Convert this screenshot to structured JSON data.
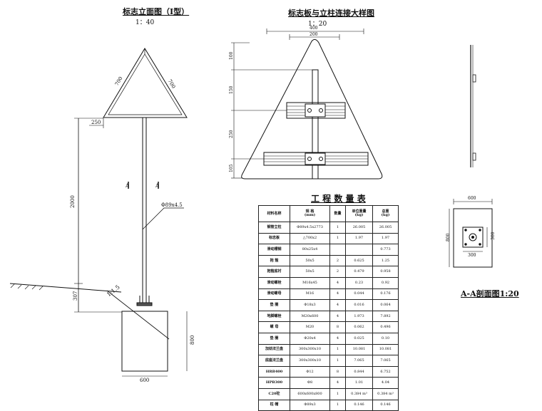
{
  "titles": {
    "elevation": "标志立面图（Ⅰ型）",
    "elevation_scale": "1：40",
    "detail": "标志板与立柱连接大样图",
    "detail_scale": "1：20",
    "table": "工 程 数 量 表",
    "section": "A-A剖面图1:20"
  },
  "elevation": {
    "side_left": "700",
    "side_right": "700",
    "offset": "250",
    "height": "2000",
    "embed": "307",
    "slope": "1:1.5",
    "pipe": "Φ89x4.5",
    "section_mark_left": "A",
    "section_mark_right": "A",
    "foundation_height": "800",
    "foundation_width": "600"
  },
  "detail": {
    "width_outer": "400",
    "width_inner": "200",
    "dim_100": "100",
    "dim_150": "150",
    "dim_250": "250",
    "dim_105": "105"
  },
  "section": {
    "width": "600",
    "height": "800",
    "plate_width": "300",
    "plate_height": "300"
  },
  "table": {
    "headers": [
      "材料名称",
      "规 格\n(mm)",
      "数量",
      "单位重量\n(kg)",
      "总重\n(kg)"
    ],
    "rows": [
      [
        "钢管立柱",
        "Φ89x4.5x2773",
        "1",
        "26.005",
        "26.005"
      ],
      [
        "标志板",
        "△700x2",
        "1",
        "1.97",
        "1.97"
      ],
      [
        "滑动槽钢",
        "80x25x4",
        "",
        "",
        "0.773"
      ],
      [
        "抱  箍",
        "50x5",
        "2",
        "0.625",
        "1.25"
      ],
      [
        "抱箍底衬",
        "50x5",
        "2",
        "0.479",
        "0.958"
      ],
      [
        "滑动螺栓",
        "M16x45",
        "4",
        "0.23",
        "0.92"
      ],
      [
        "滑动螺母",
        "M16",
        "4",
        "0.044",
        "0.176"
      ],
      [
        "垫  圈",
        "Φ18x3",
        "4",
        "0.016",
        "0.064"
      ],
      [
        "地脚螺栓",
        "M20x600",
        "4",
        "1.973",
        "7.892"
      ],
      [
        "螺  母",
        "M20",
        "8",
        "0.062",
        "0.496"
      ],
      [
        "垫  圈",
        "Φ20x4",
        "4",
        "0.025",
        "0.10"
      ],
      [
        "加劲法兰盘",
        "300x300x10",
        "1",
        "10.081",
        "10.081"
      ],
      [
        "底座法兰盘",
        "300x300x10",
        "1",
        "7.065",
        "7.065"
      ],
      [
        "HRB400",
        "Φ12",
        "8",
        "0.844",
        "6.752"
      ],
      [
        "HPB300",
        "Φ8",
        "4",
        "1.01",
        "4.04"
      ],
      [
        "C20砼",
        "600x600x800",
        "1",
        "0.384 m³",
        "0.384 m³"
      ],
      [
        "柱  帽",
        "Φ89x3",
        "1",
        "0.146",
        "0.146"
      ]
    ]
  }
}
